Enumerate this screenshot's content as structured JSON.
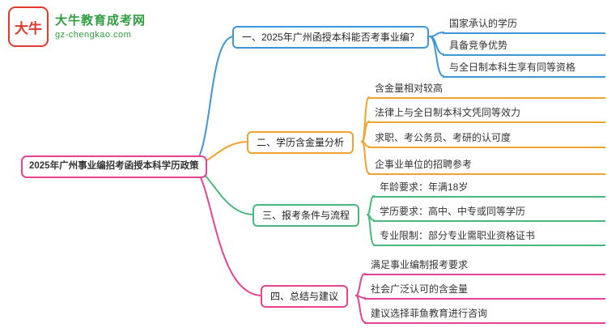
{
  "brand": {
    "logo_mark": "大牛",
    "name": "大牛教育成考网",
    "domain": "gz-chengkao.com",
    "colors": {
      "red": "#e03a2f",
      "green": "#2f9e3f"
    }
  },
  "root": {
    "label": "2025年广州事业编招考函授本科学历政策",
    "color": "#e84393"
  },
  "branches": [
    {
      "label": "一、2025年广州函授本科能否考事业编？",
      "color": "#3f95d6",
      "children": [
        "国家承认的学历",
        "具备竞争优势",
        "与全日制本科生享有同等资格"
      ]
    },
    {
      "label": "二、学历含金量分析",
      "color": "#f0a32e",
      "children": [
        "含金量相对较高",
        "法律上与全日制本科文凭同等效力",
        "求职、考公务员、考研的认可度",
        "企事业单位的招聘参考"
      ]
    },
    {
      "label": "三、报考条件与流程",
      "color": "#49b87f",
      "children": [
        "年龄要求：年满18岁",
        "学历要求：高中、中专或同等学历",
        "专业限制：部分专业需职业资格证书"
      ]
    },
    {
      "label": "四、总结与建议",
      "color": "#e84393",
      "children": [
        "满足事业编制报考要求",
        "社会广泛认可的含金量",
        "建议选择菲鱼教育进行咨询"
      ]
    }
  ]
}
